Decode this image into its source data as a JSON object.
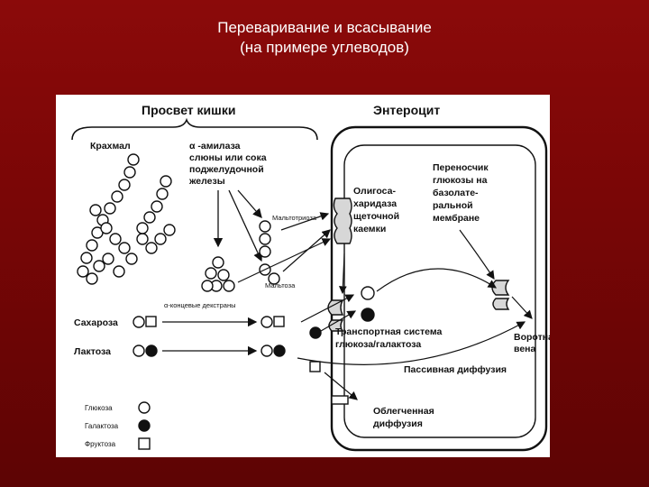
{
  "slide": {
    "title_line1": "Переваривание и всасывание",
    "title_line2": "(на примере углеводов)"
  },
  "diagram": {
    "lumen_header": "Просвет кишки",
    "enterocyte_header": "Энтероцит",
    "starch": "Крахмал",
    "amylase_1": "α -амилаза",
    "amylase_2": "слюны или сока",
    "amylase_3": "поджелудочной",
    "amylase_4": "железы",
    "maltotriose": "Мальтотриоза",
    "maltose": "Мальтоза",
    "dextrins": "α-концевые декстраны",
    "sucrose": "Сахароза",
    "lactose": "Лактоза",
    "oligo_1": "Олигоса-",
    "oligo_2": "харидаза",
    "oligo_3": "щеточной",
    "oligo_4": "каемки",
    "carrier_1": "Переносчик",
    "carrier_2": "глюкозы на",
    "carrier_3": "базолате-",
    "carrier_4": "ральной",
    "carrier_5": "мембране",
    "transport_1": "Транспортная система",
    "transport_2": "глюкоза/галактоза",
    "portal_1": "Воротная",
    "portal_2": "вена",
    "passive": "Пассивная диффузия",
    "facilitated_1": "Облегченная",
    "facilitated_2": "диффузия",
    "legend_glucose": "Глюкоза",
    "legend_galactose": "Галактоза",
    "legend_fructose": "Фруктоза"
  }
}
